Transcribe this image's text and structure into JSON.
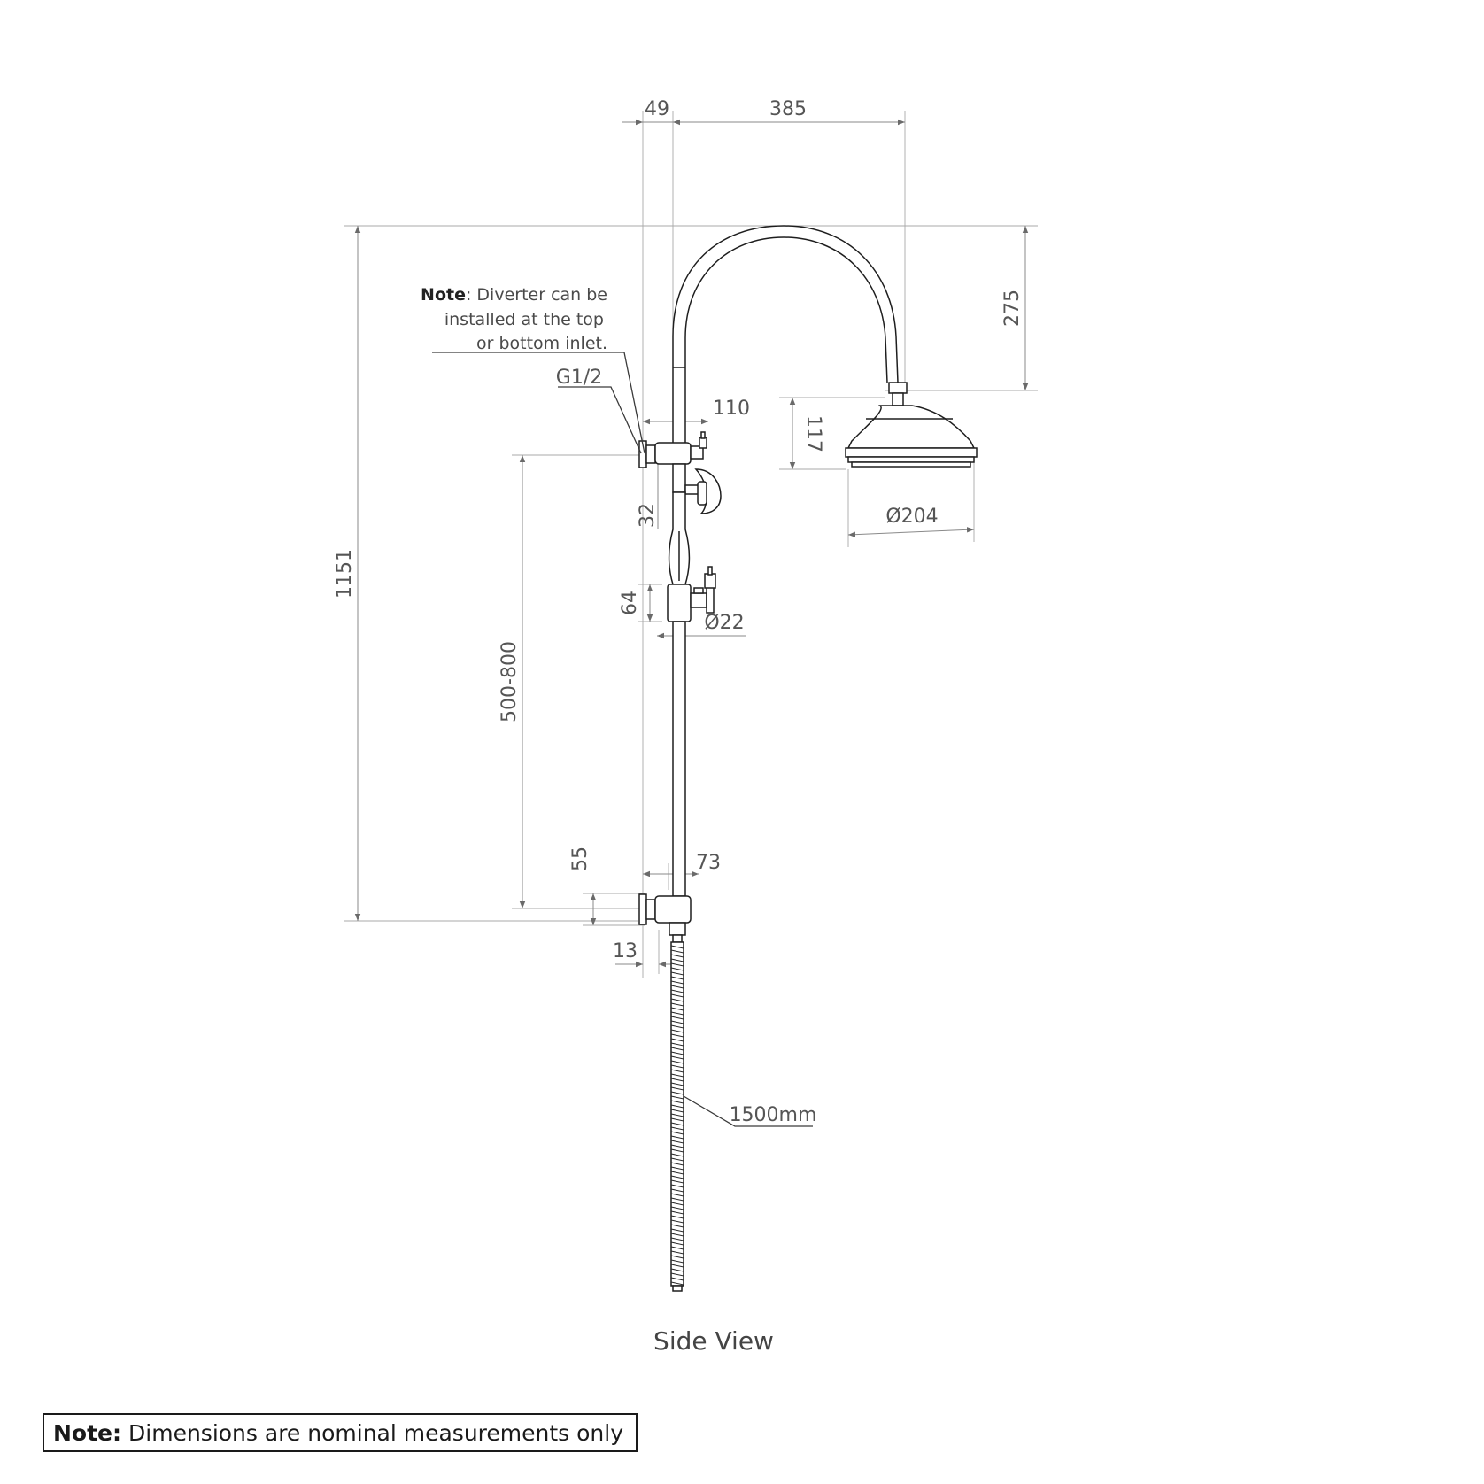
{
  "diagram": {
    "view_title": "Side View",
    "note": {
      "label": "Note",
      "line1": ": Diverter can be",
      "line2": "installed at the top",
      "line3": "or bottom inlet."
    },
    "dimensions": {
      "riser_offset": "49",
      "arm_reach": "385",
      "arm_height": "275",
      "total_height": "1151",
      "rose_height": "117",
      "rose_diameter": "Ø204",
      "top_inlet_projection": "110",
      "bracket_spacing": "32",
      "diverter_height": "64",
      "diverter_pipe_diameter": "Ø22",
      "adjustable_centres": "500-800",
      "bottom_inlet_projection": "73",
      "bottom_inlet_height": "55",
      "bottom_offset": "13",
      "thread": "G1/2",
      "hose_length": "1500mm"
    }
  },
  "footer": {
    "note_label": "Note:",
    "note_text": "Dimensions are nominal measurements only"
  }
}
